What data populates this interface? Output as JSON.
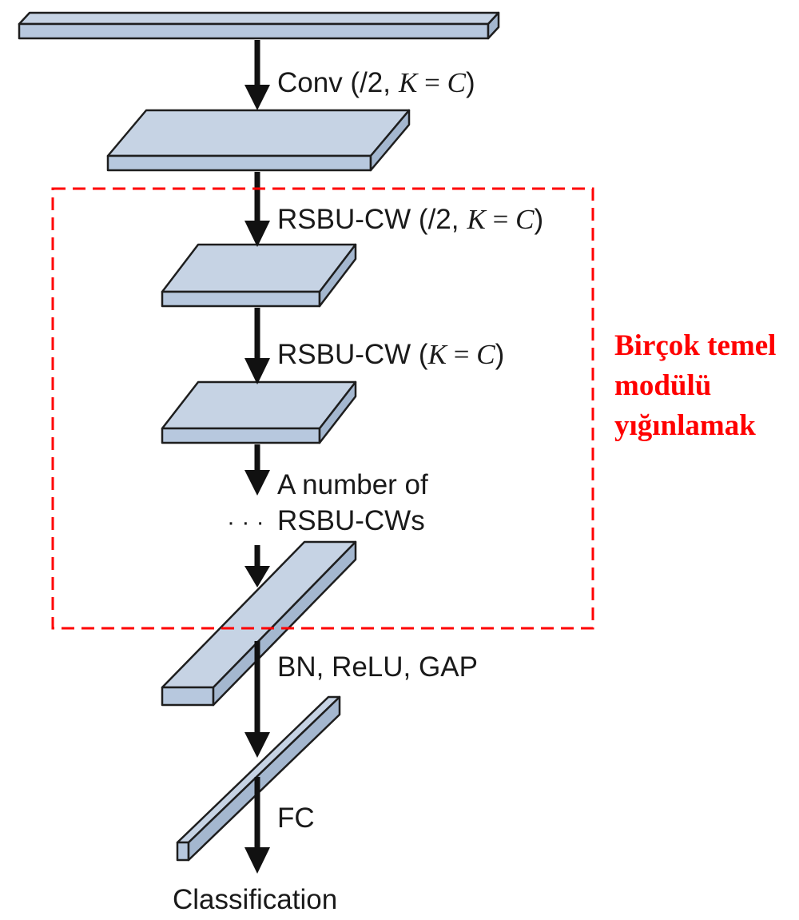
{
  "labels": {
    "conv": "Conv (/2,",
    "rsbu1": "RSBU-CW (/2,",
    "rsbu2": "RSBU-CW (",
    "k": "K",
    "eq": " = ",
    "c": "C",
    "close": ")",
    "number_of_1": "A number of",
    "number_of_2": "RSBU-CWs",
    "dots": "· · ·",
    "bn": "BN, ReLU, GAP",
    "fc": "FC",
    "classification": "Classification"
  },
  "annotation": {
    "lines": [
      "Birçok temel",
      "modülü",
      "yığınlamak"
    ],
    "color": "#ff0000"
  },
  "colors": {
    "block_top": "#c6d3e4",
    "block_front": "#b7c8de",
    "block_side": "#a4b7cf",
    "dashed_box": "#ff0000"
  }
}
